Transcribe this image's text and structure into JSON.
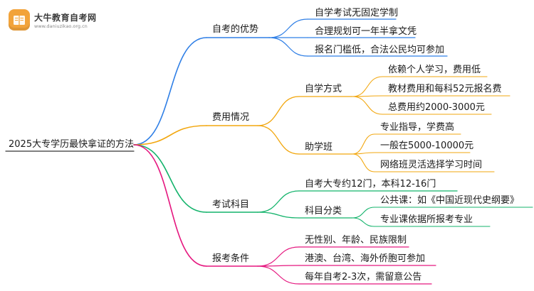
{
  "logo": {
    "title": "大牛教育自考网",
    "url": "www.daniuzikao.org.cn"
  },
  "root": {
    "label": "2025大专学历最快拿证的方法"
  },
  "colors": {
    "blue": "#2f7fe6",
    "orange": "#f2a70f",
    "green": "#13b36b",
    "pink": "#e5177f"
  },
  "branches": [
    {
      "label": "自考的优势",
      "color": "blue",
      "children": [
        {
          "label": "自学考试无固定学制"
        },
        {
          "label": "合理规划可一年半拿文凭"
        },
        {
          "label": "报名门槛低，合法公民均可参加"
        }
      ]
    },
    {
      "label": "费用情况",
      "color": "orange",
      "children": [
        {
          "label": "自学方式",
          "children": [
            {
              "label": "依赖个人学习，费用低"
            },
            {
              "label": "教材费用和每科52元报名费"
            },
            {
              "label": "总费用约2000-3000元"
            }
          ]
        },
        {
          "label": "助学班",
          "children": [
            {
              "label": "专业指导，学费高"
            },
            {
              "label": "一般在5000-10000元"
            },
            {
              "label": "网络班灵活选择学习时间"
            }
          ]
        }
      ]
    },
    {
      "label": "考试科目",
      "color": "green",
      "children": [
        {
          "label": "自考大专约12门，本科12-16门"
        },
        {
          "label": "科目分类",
          "children": [
            {
              "label": "公共课：如《中国近现代史纲要》"
            },
            {
              "label": "专业课依据所报考专业"
            }
          ]
        }
      ]
    },
    {
      "label": "报考条件",
      "color": "pink",
      "children": [
        {
          "label": "无性别、年龄、民族限制"
        },
        {
          "label": "港澳、台湾、海外侨胞可参加"
        },
        {
          "label": "每年自考2-3次，需留意公告"
        }
      ]
    }
  ]
}
